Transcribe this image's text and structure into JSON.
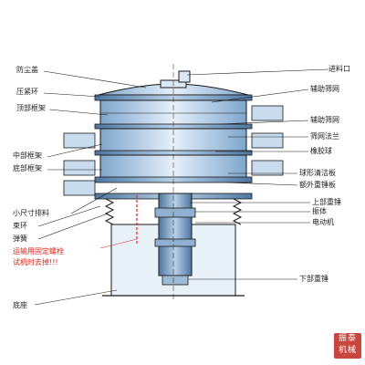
{
  "labels": {
    "dust_cover": "防尘盖",
    "clamp_ring": "压紧环",
    "top_frame": "顶部框架",
    "middle_frame": "中部框架",
    "bottom_frame": "底部框架",
    "small_discharge": "小尺寸排料",
    "band_ring": "束环",
    "spring": "弹簧",
    "transport_note_1": "运输用固定螺栓",
    "transport_note_2": "试机时去掉!!!",
    "base": "底座",
    "feed_inlet": "进料口",
    "aux_screen_1": "辅助筛网",
    "aux_screen_2": "辅助筛网",
    "screen_flange": "筛网法兰",
    "rubber_ball": "橡胶球",
    "ball_cleaning_plate": "球形清洁板",
    "extra_weight_plate": "额外重锤板",
    "upper_weight": "上部重锤",
    "vibrator": "振体",
    "motor": "电动机",
    "lower_weight": "下部重锤"
  },
  "colors": {
    "line": "#1a1a1a",
    "frame_fill": "#c9dcee",
    "frame_dark": "#5f87b0",
    "note_red": "#e0201a",
    "stamp": "#c8463c"
  },
  "watermark": "振泰 机械"
}
